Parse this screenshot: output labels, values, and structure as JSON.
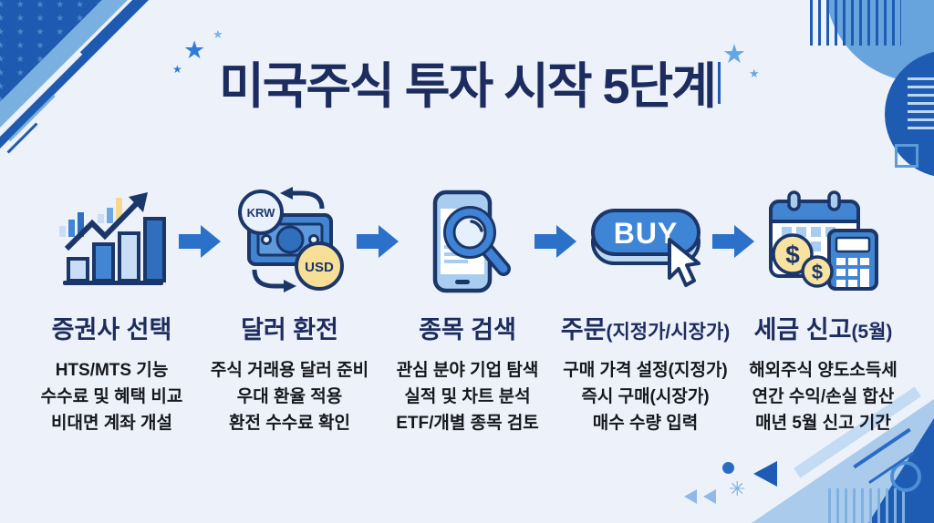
{
  "page": {
    "title": "미국주식 투자 시작 5단계",
    "background_color": "#edf2fa",
    "title_color": "#1d2c5e",
    "accent_blue": "#2b70c9",
    "navy_outline": "#1b3668",
    "light_blue": "#a9cdf0",
    "coin_yellow": "#f8e2a0"
  },
  "decor": {
    "star_char": "★",
    "sparkle_char": "✳",
    "star_pattern": "★ ★ ★ ★ ★ ★ ★ ★ ★ ★ ★ ★ ★ ★ ★ ★ ★ ★ ★ ★ ★ ★ ★ ★ ★ ★ ★ ★ ★ ★ ★ ★ ★ ★ ★ ★ ★ ★ ★ ★ ★ ★ ★ ★ ★ ★ ★ ★ ★ ★ ★ ★ ★ ★ ★ ★ ★ ★ ★ ★"
  },
  "steps": [
    {
      "icon": "bar-chart-growth-icon",
      "title": "증권사 선택",
      "title_suffix": "",
      "lines": [
        "HTS/MTS 기능",
        "수수료 및 혜택 비교",
        "비대면 계좌 개설"
      ]
    },
    {
      "icon": "currency-exchange-icon",
      "title": "달러 환전",
      "title_suffix": "",
      "lines": [
        "주식 거래용 달러 준비",
        "우대 환율 적용",
        "환전 수수료 확인"
      ],
      "labels": {
        "krw": "KRW",
        "usd": "USD"
      }
    },
    {
      "icon": "stock-search-icon",
      "title": "종목 검색",
      "title_suffix": "",
      "lines": [
        "관심 분야 기업 탐색",
        "실적 및 차트 분석",
        "ETF/개별 종목 검토"
      ]
    },
    {
      "icon": "buy-button-icon",
      "title": "주문",
      "title_suffix": "(지정가/시장가)",
      "lines": [
        "구매 가격 설정(지정가)",
        "즉시 구매(시장가)",
        "매수 수량 입력"
      ],
      "labels": {
        "buy": "BUY"
      }
    },
    {
      "icon": "tax-calendar-icon",
      "title": "세금 신고",
      "title_suffix": "(5월)",
      "lines": [
        "해외주식 양도소득세",
        "연간 수익/손실 합산",
        "매년 5월 신고 기간"
      ],
      "labels": {
        "dollar": "$"
      }
    }
  ]
}
